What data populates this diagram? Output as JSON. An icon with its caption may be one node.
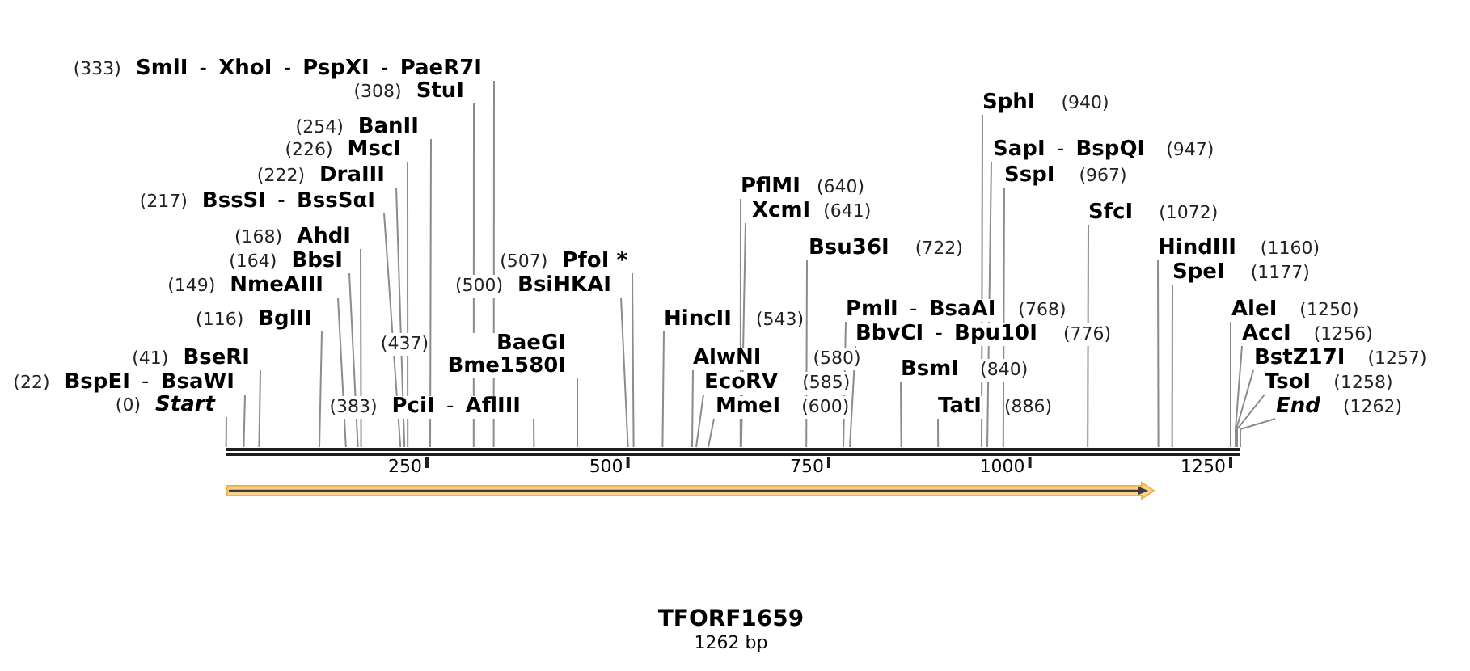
{
  "diagram": {
    "title": "TFORF1659",
    "caption": "1262 bp",
    "nodes": [
      {
        "text": [
          "(0)",
          "Start"
        ]
      },
      {
        "text": [
          "(22)",
          "**BspEI** - **BsaWI**"
        ]
      },
      {
        "text": [
          "(41)",
          "BseRI"
        ]
      },
      {
        "text": [
          "(116)",
          "BglII"
        ]
      },
      {
        "text": [
          "(149)",
          "NmeAIII"
        ]
      },
      {
        "text": [
          "(164)",
          "BbsI"
        ]
      },
      {
        "text": [
          "(168)",
          "AhdI"
        ]
      },
      {
        "text": [
          "(217)",
          "**BssSI** - **BssSαI**"
        ]
      },
      {
        "text": [
          "(222)",
          "DraIII"
        ]
      },
      {
        "text": [
          "(226)",
          "MscI"
        ]
      },
      {
        "text": [
          "(254)",
          "BanII"
        ]
      },
      {
        "text": [
          "(308)",
          "StuI"
        ]
      },
      {
        "text": [
          "(333)",
          "**SmlI** - **XhoI** - **PspXI** - **PaeR7I**"
        ]
      },
      {
        "text": [
          "(383)",
          "**PciI** - **AflIII**"
        ]
      },
      {
        "text": [
          "(437)",
          "BaeGI Bme1580I"
        ]
      },
      {
        "text": [
          "(500)",
          "BsiHKAI"
        ]
      },
      {
        "text": [
          "(507)",
          "PfoI *"
        ]
      },
      {
        "text": [
          "HincII",
          "(543)"
        ]
      },
      {
        "text": [
          "AlwNI",
          "(580)"
        ]
      },
      {
        "text": [
          "EcoRV",
          "(585)"
        ]
      },
      {
        "text": [
          "MmeI",
          "(600)"
        ]
      },
      {
        "text": [
          "PflMI",
          "(640)"
        ]
      },
      {
        "text": [
          "XcmI",
          "(641)"
        ]
      },
      {
        "text": [
          "Bsu36I",
          "(722)"
        ]
      },
      {
        "text": [
          "**PmlI** - **BsaAI**",
          "(768)"
        ]
      },
      {
        "text": [
          "**BbvCI** - **Bpu10I**",
          "(776)"
        ]
      },
      {
        "text": [
          "BsmI",
          "(840)"
        ]
      },
      {
        "text": [
          "TatI",
          "(886)"
        ]
      },
      {
        "text": [
          "SphI",
          "(940)"
        ]
      },
      {
        "text": [
          "**SapI** - **BspQI**",
          "(947)"
        ]
      },
      {
        "text": [
          "SspI",
          "(967)"
        ]
      },
      {
        "text": [
          "SfcI",
          "(1072)"
        ]
      },
      {
        "text": [
          "HindIII",
          "(1160)"
        ]
      },
      {
        "text": [
          "SpeI",
          "(1177)"
        ]
      },
      {
        "text": [
          "AleI",
          "(1250)"
        ]
      },
      {
        "text": [
          "AccI",
          "(1256)"
        ]
      },
      {
        "text": [
          "BstZ17I",
          "(1257)"
        ]
      },
      {
        "text": [
          "TsoI",
          "(1258)"
        ]
      },
      {
        "text": [
          "End",
          "(1262)"
        ]
      },
      {
        "text": [],
        "shape": "bar"
      }
    ],
    "edges": [
      {
        "from": 0,
        "to": 39,
        "arrow": "none"
      },
      {
        "from": 1,
        "to": 39,
        "arrow": "none"
      },
      {
        "from": 2,
        "to": 39,
        "arrow": "none"
      },
      {
        "from": 3,
        "to": 39,
        "arrow": "none"
      },
      {
        "from": 4,
        "to": 39,
        "arrow": "none"
      },
      {
        "from": 5,
        "to": 39,
        "arrow": "none"
      },
      {
        "from": 6,
        "to": 39,
        "arrow": "none"
      },
      {
        "from": 7,
        "to": 39,
        "arrow": "none"
      },
      {
        "from": 8,
        "to": 39,
        "arrow": "none"
      },
      {
        "from": 9,
        "to": 39,
        "arrow": "none"
      },
      {
        "from": 10,
        "to": 39,
        "arrow": "none"
      },
      {
        "from": 11,
        "to": 39,
        "arrow": "none"
      },
      {
        "from": 12,
        "to": 39,
        "arrow": "none"
      },
      {
        "from": 13,
        "to": 39,
        "arrow": "none"
      },
      {
        "from": 14,
        "to": 39,
        "arrow": "none"
      },
      {
        "from": 15,
        "to": 39,
        "arrow": "none"
      },
      {
        "from": 16,
        "to": 39,
        "arrow": "none"
      },
      {
        "from": 17,
        "to": 39,
        "arrow": "none"
      },
      {
        "from": 18,
        "to": 39,
        "arrow": "none"
      },
      {
        "from": 19,
        "to": 39,
        "arrow": "none"
      },
      {
        "from": 20,
        "to": 39,
        "arrow": "none"
      },
      {
        "from": 21,
        "to": 39,
        "arrow": "none"
      },
      {
        "from": 22,
        "to": 39,
        "arrow": "none"
      },
      {
        "from": 23,
        "to": 39,
        "arrow": "none"
      },
      {
        "from": 24,
        "to": 39,
        "arrow": "none"
      },
      {
        "from": 25,
        "to": 39,
        "arrow": "none"
      },
      {
        "from": 26,
        "to": 39,
        "arrow": "none"
      },
      {
        "from": 27,
        "to": 39,
        "arrow": "none"
      },
      {
        "from": 28,
        "to": 39,
        "arrow": "none"
      },
      {
        "from": 29,
        "to": 39,
        "arrow": "none"
      },
      {
        "from": 30,
        "to": 39,
        "arrow": "none"
      },
      {
        "from": 31,
        "to": 39,
        "arrow": "none"
      },
      {
        "from": 32,
        "to": 39,
        "arrow": "none"
      },
      {
        "from": 33,
        "to": 39,
        "arrow": "none"
      },
      {
        "from": 34,
        "to": 39,
        "arrow": "none"
      },
      {
        "from": 35,
        "to": 39,
        "arrow": "none"
      },
      {
        "from": 36,
        "to": 39,
        "arrow": "none"
      },
      {
        "from": 37,
        "to": 39,
        "arrow": "none"
      },
      {
        "from": 38,
        "to": 39,
        "arrow": "none"
      }
    ],
    "labels": [
      "250",
      "500",
      "750",
      "1000",
      "1250"
    ]
  }
}
